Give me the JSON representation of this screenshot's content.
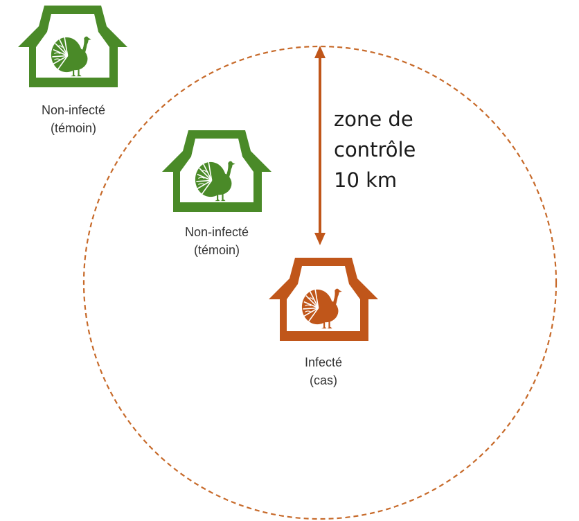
{
  "colors": {
    "healthy": "#4a8a28",
    "infected": "#c0561a",
    "zone": "#c76a2a",
    "arrow": "#c0561a"
  },
  "farms": [
    {
      "status": "healthy",
      "label_line1": "Non-infecté",
      "label_line2": "(témoin)"
    },
    {
      "status": "healthy",
      "label_line1": "Non-infecté",
      "label_line2": "(témoin)"
    },
    {
      "status": "infected",
      "label_line1": "Infecté",
      "label_line2": "(cas)"
    }
  ],
  "zone": {
    "line1": "zone de",
    "line2": "contrôle",
    "line3": "10 km"
  },
  "icons": [
    "barn-icon",
    "turkey-icon",
    "double-arrow-icon"
  ]
}
